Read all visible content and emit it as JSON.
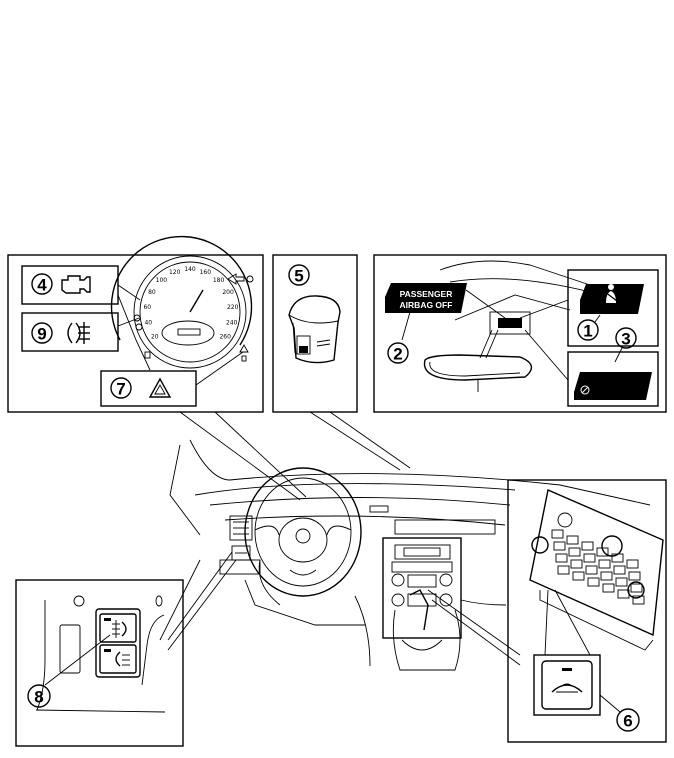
{
  "callouts": {
    "c1": "1",
    "c2": "2",
    "c3": "3",
    "c4": "4",
    "c5": "5",
    "c6": "6",
    "c7": "7",
    "c8": "8",
    "c9": "9"
  },
  "airbag_label": {
    "line1": "PASSENGER",
    "line2": "AIRBAG  OFF"
  },
  "speedometer_ticks": [
    "20",
    "40",
    "60",
    "80",
    "100",
    "120",
    "140",
    "160",
    "180",
    "200",
    "220",
    "240",
    "260"
  ],
  "icons": {
    "check_engine": "check-engine-icon",
    "rear_fog": "rear-fog-light-icon",
    "warning": "warning-triangle-icon",
    "seatbelt": "seatbelt-reminder-icon",
    "front_fog": "front-fog-light-icon",
    "ac": "air-recirculation-icon"
  }
}
